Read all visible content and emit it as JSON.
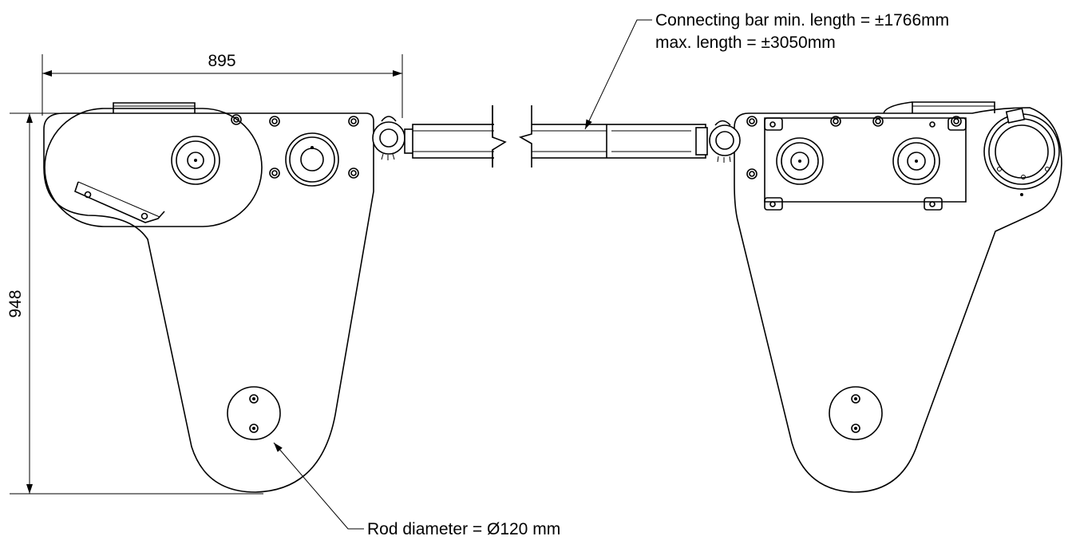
{
  "dimensions": {
    "width_label": "895",
    "height_label": "948"
  },
  "annotations": {
    "connecting_bar_line1": "Connecting bar min. length = ±1766mm",
    "connecting_bar_line2": "max. length = ±3050mm",
    "rod_diameter": "Rod diameter = Ø120 mm"
  },
  "colors": {
    "line": "#000000",
    "background": "#ffffff"
  }
}
